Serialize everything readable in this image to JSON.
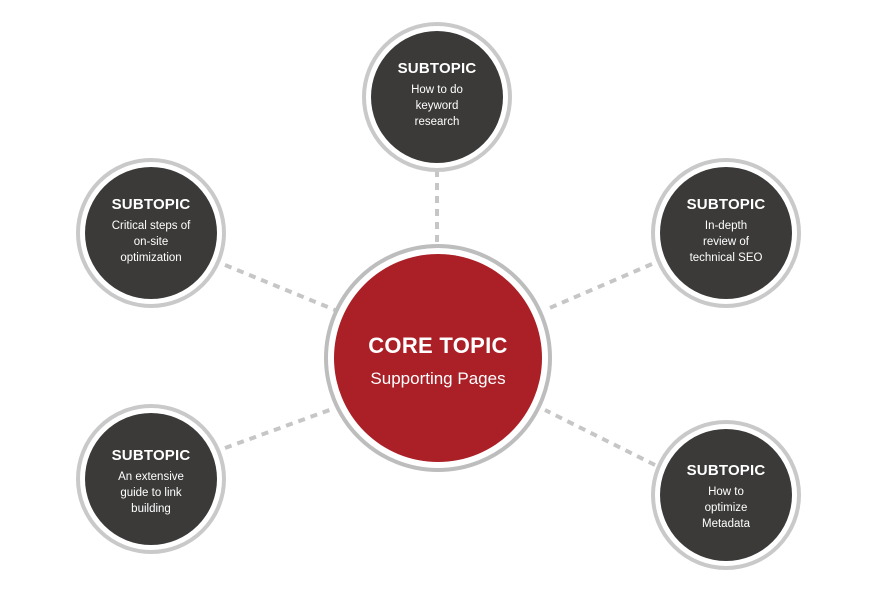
{
  "core": {
    "title": "CORE TOPIC",
    "subtitle": "Supporting Pages"
  },
  "subtopics": [
    {
      "title": "SUBTOPIC",
      "desc": "How to do\nkeyword\nresearch"
    },
    {
      "title": "SUBTOPIC",
      "desc": "Critical steps of\non-site\noptimization"
    },
    {
      "title": "SUBTOPIC",
      "desc": "In-depth\nreview of\ntechnical SEO"
    },
    {
      "title": "SUBTOPIC",
      "desc": "An extensive\nguide to link\nbuilding"
    },
    {
      "title": "SUBTOPIC",
      "desc": "How to\noptimize\nMetadata"
    }
  ],
  "colors": {
    "core": "#ab1f26",
    "subtopic": "#3b3a39",
    "ring": "#c9c9c9",
    "connector": "#c6c6c6"
  }
}
